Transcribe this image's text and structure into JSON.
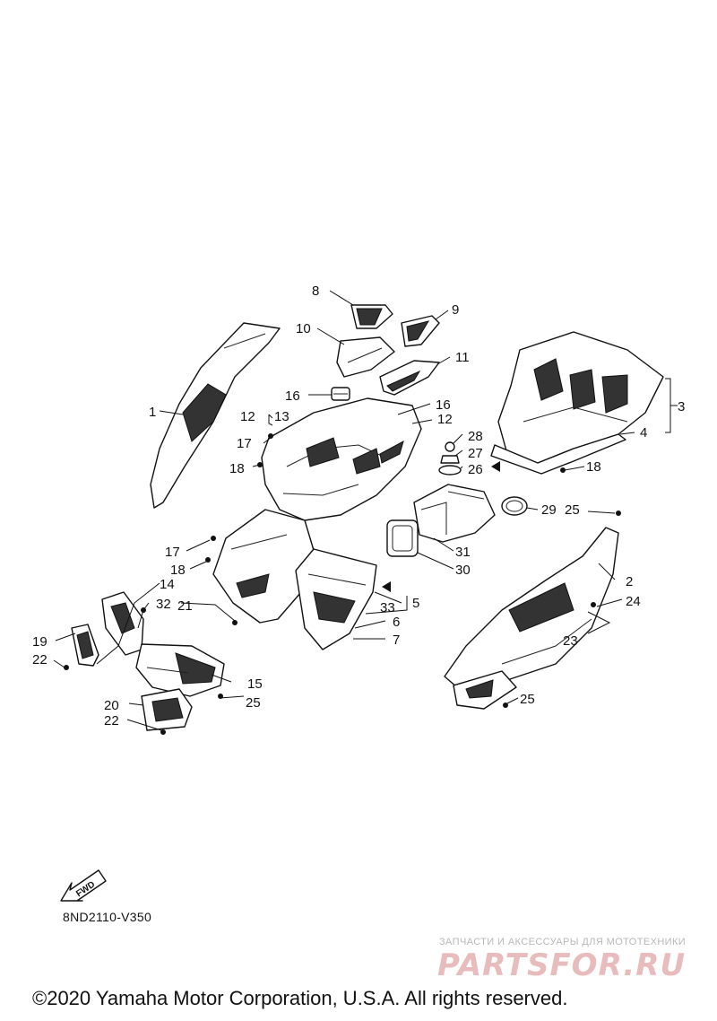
{
  "diagram": {
    "drawing_code": "8ND2110-V350",
    "forward_arrow_label": "FWD",
    "copyright": "©2020 Yamaha Motor Corporation, U.S.A. All rights reserved.",
    "watermark": {
      "tagline": "ЗАПЧАСТИ И АКСЕССУАРЫ ДЛЯ МОТОТЕХНИКИ",
      "brand": "PARTSFOR.RU"
    },
    "callouts": [
      "1",
      "2",
      "3",
      "4",
      "5",
      "6",
      "7",
      "8",
      "9",
      "10",
      "11",
      "12",
      "12",
      "13",
      "14",
      "15",
      "16",
      "16",
      "17",
      "17",
      "18",
      "18",
      "18",
      "19",
      "20",
      "21",
      "22",
      "22",
      "23",
      "24",
      "25",
      "25",
      "25",
      "26",
      "27",
      "28",
      "29",
      "30",
      "31",
      "32",
      "33"
    ]
  }
}
